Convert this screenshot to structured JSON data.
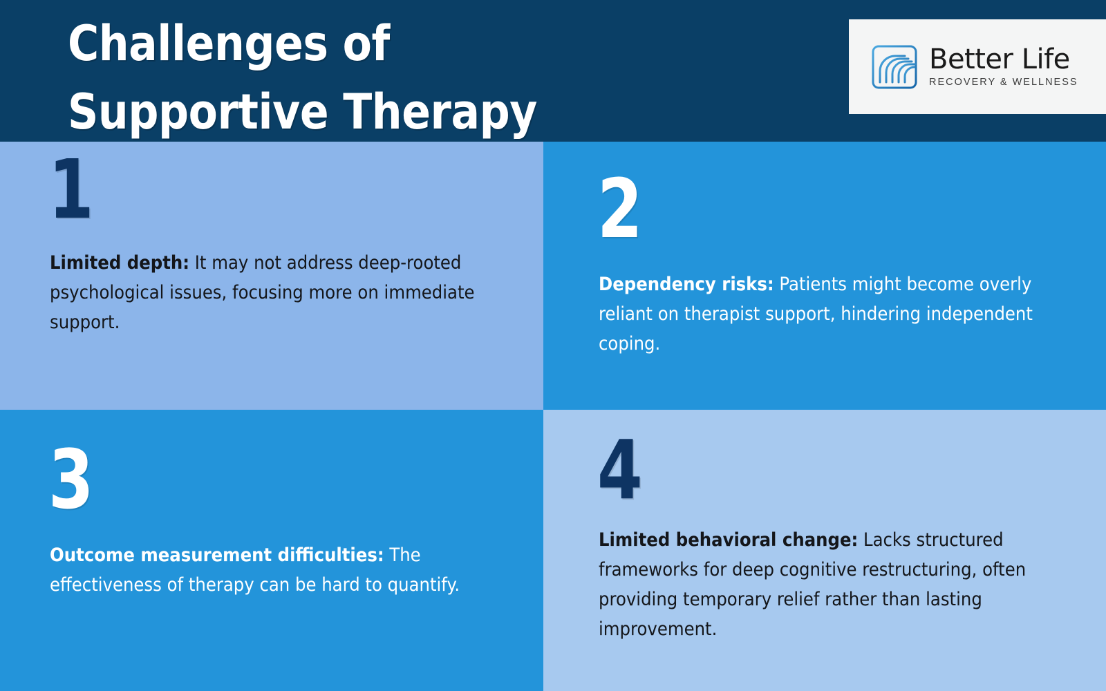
{
  "header": {
    "title": "Challenges of\nSupportive Therapy",
    "background_color": "#0a3f66",
    "title_color": "#ffffff"
  },
  "logo": {
    "icon_name": "layered-wave-icon",
    "name": "Better Life",
    "tagline": "RECOVERY & WELLNESS",
    "box_background": "#f4f5f5",
    "mark_color": "#2b8fd0"
  },
  "cards": [
    {
      "number": "1",
      "lead": "Limited depth:",
      "text": " It may not address deep-rooted psychological issues, focusing more on immediate support.",
      "background_color": "#8cb5ea",
      "number_color": "#0e3463",
      "text_color": "#14161a"
    },
    {
      "number": "2",
      "lead": "Dependency risks:",
      "text": " Patients might become overly reliant on therapist support, hindering independent coping.",
      "background_color": "#2394da",
      "number_color": "#ffffff",
      "text_color": "#ffffff"
    },
    {
      "number": "3",
      "lead": "Outcome measurement difficulties:",
      "text": " The effectiveness of therapy can be hard to quantify.",
      "background_color": "#2394da",
      "number_color": "#ffffff",
      "text_color": "#ffffff"
    },
    {
      "number": "4",
      "lead": "Limited behavioral change:",
      "text": " Lacks structured frameworks for deep cognitive restructuring, often providing temporary relief rather than lasting improvement.",
      "background_color": "#a7c9ef",
      "number_color": "#0e3463",
      "text_color": "#14161a"
    }
  ]
}
